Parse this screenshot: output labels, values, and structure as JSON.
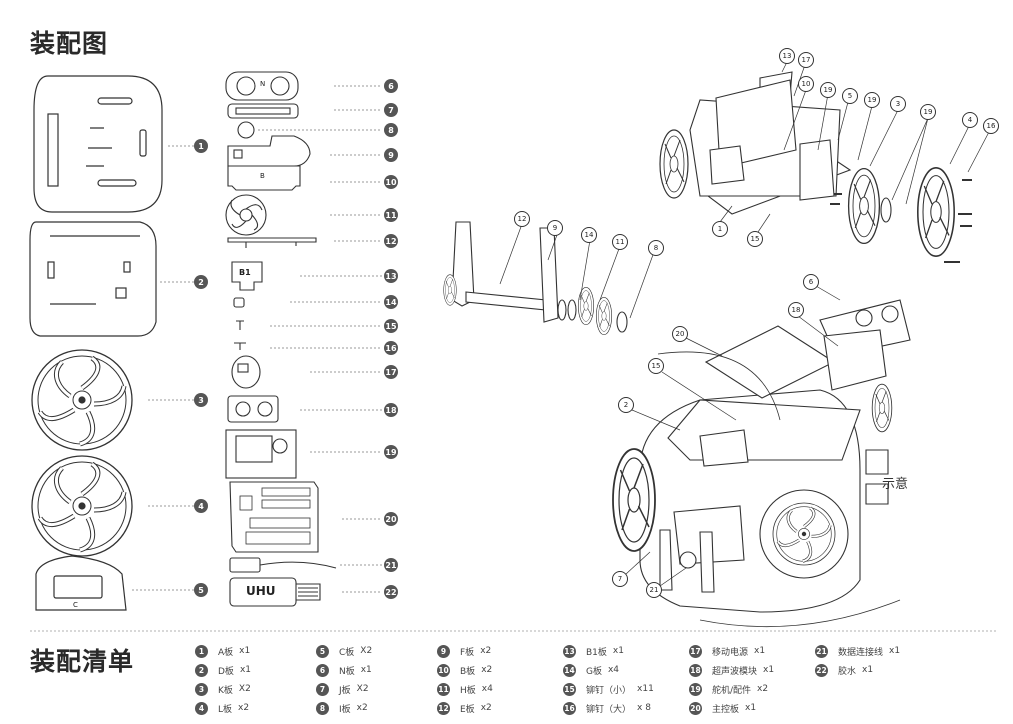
{
  "titles": {
    "assembly": "装配图",
    "parts_list": "装配清单"
  },
  "part_labels": {
    "plate_b1": "B1",
    "plate_b": "B",
    "plate_n": "N",
    "plate_c": "C",
    "glue_brand": "UHU"
  },
  "side_note": "示意",
  "part_numbers": [
    "1",
    "2",
    "3",
    "4",
    "5",
    "6",
    "7",
    "8",
    "9",
    "10",
    "11",
    "12",
    "13",
    "14",
    "15",
    "16",
    "17",
    "18",
    "19",
    "20",
    "21",
    "22"
  ],
  "callouts": [
    "13",
    "17",
    "10",
    "19",
    "5",
    "19",
    "3",
    "19",
    "4",
    "16",
    "1",
    "15",
    "12",
    "9",
    "14",
    "11",
    "8",
    "6",
    "18",
    "20",
    "15",
    "2",
    "7",
    "21"
  ],
  "parts_list": [
    {
      "n": "1",
      "name": "A板",
      "qty": "x1"
    },
    {
      "n": "2",
      "name": "D板",
      "qty": "x1"
    },
    {
      "n": "3",
      "name": "K板",
      "qty": "X2"
    },
    {
      "n": "4",
      "name": "L板",
      "qty": "x2"
    },
    {
      "n": "5",
      "name": "C板",
      "qty": "X2"
    },
    {
      "n": "6",
      "name": "N板",
      "qty": "x1"
    },
    {
      "n": "7",
      "name": "J板",
      "qty": "X2"
    },
    {
      "n": "8",
      "name": "I板",
      "qty": "x2"
    },
    {
      "n": "9",
      "name": "F板",
      "qty": "x2"
    },
    {
      "n": "10",
      "name": "B板",
      "qty": "x2"
    },
    {
      "n": "11",
      "name": "H板",
      "qty": "x4"
    },
    {
      "n": "12",
      "name": "E板",
      "qty": "x2"
    },
    {
      "n": "13",
      "name": "B1板",
      "qty": "x1"
    },
    {
      "n": "14",
      "name": "G板",
      "qty": "x4"
    },
    {
      "n": "15",
      "name": "铆钉（小）",
      "qty": "x11"
    },
    {
      "n": "16",
      "name": "铆钉（大）",
      "qty": "x 8"
    },
    {
      "n": "17",
      "name": "移动电源",
      "qty": "x1"
    },
    {
      "n": "18",
      "name": "超声波模块",
      "qty": "x1"
    },
    {
      "n": "19",
      "name": "舵机/配件",
      "qty": "x2"
    },
    {
      "n": "20",
      "name": "主控板",
      "qty": "x1"
    },
    {
      "n": "21",
      "name": "数据连接线",
      "qty": "x1"
    },
    {
      "n": "22",
      "name": "胶水",
      "qty": "x1"
    }
  ],
  "colors": {
    "badge": "#555555",
    "line": "#333333",
    "divider": "#999999"
  }
}
